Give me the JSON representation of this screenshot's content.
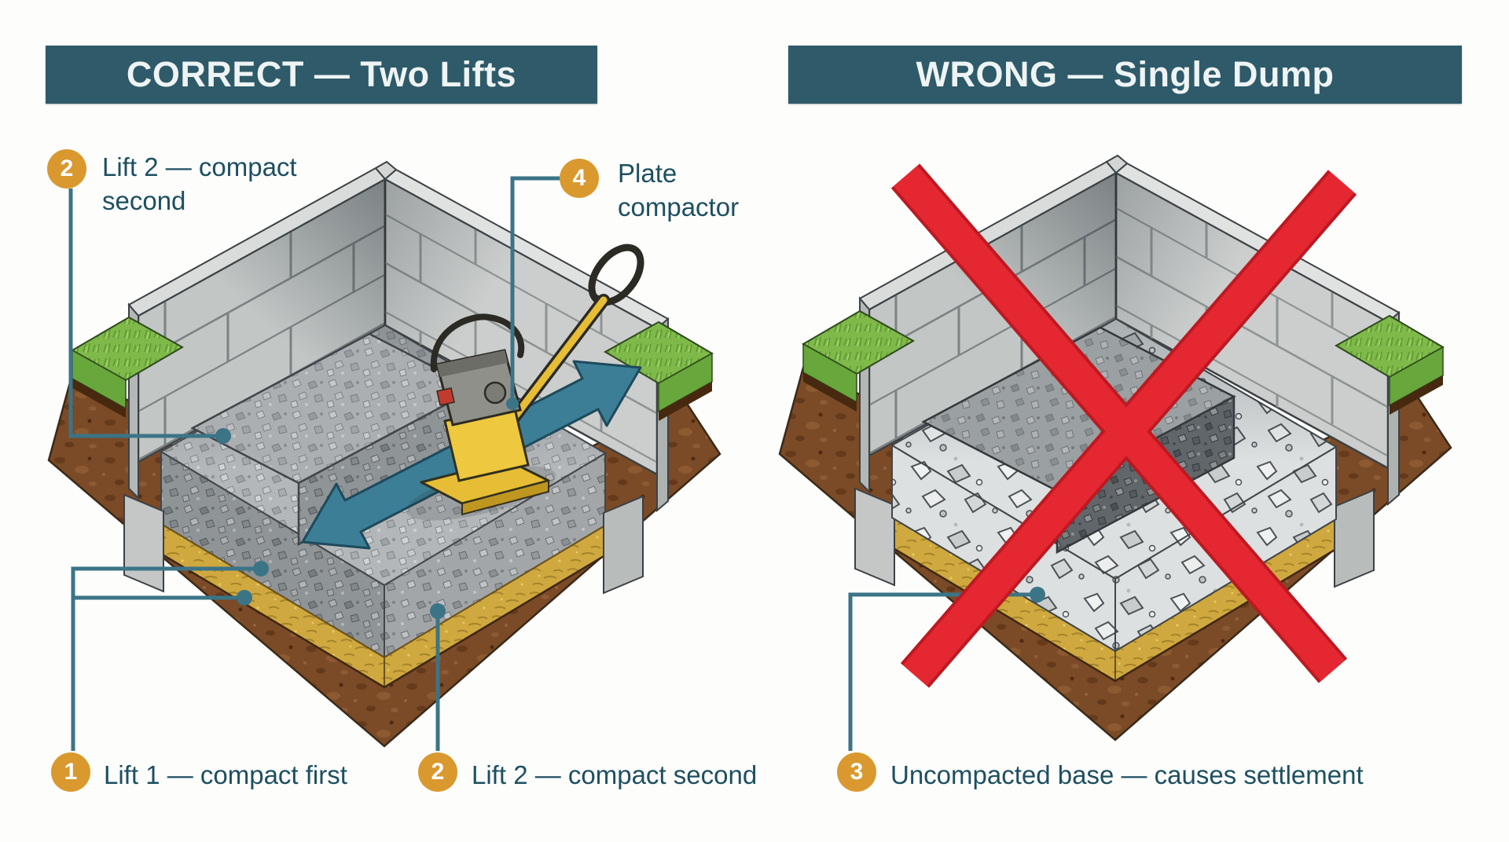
{
  "colors": {
    "header_bg": "#2e5a69",
    "header_text": "#eef3f3",
    "callout_text": "#1d4f60",
    "badge": "#d9992f",
    "badge_text": "#ffffff",
    "leader": "#3b7487",
    "arrow": "#3c7e96",
    "cross": "#e42731"
  },
  "left_panel": {
    "title": "CORRECT — Two Lifts",
    "callouts": {
      "lift2_top": {
        "number": "2",
        "label": "Lift 2 — compact second"
      },
      "plate": {
        "number": "4",
        "label": "Plate compactor"
      },
      "lift1_bottom": {
        "number": "1",
        "label": "Lift 1 — compact first"
      },
      "lift2_bottom": {
        "number": "2",
        "label": "Lift 2 — compact second"
      }
    }
  },
  "right_panel": {
    "title": "WRONG — Single Dump",
    "callouts": {
      "uncompacted": {
        "number": "3",
        "label": "Uncompacted base — causes settlement"
      }
    }
  }
}
